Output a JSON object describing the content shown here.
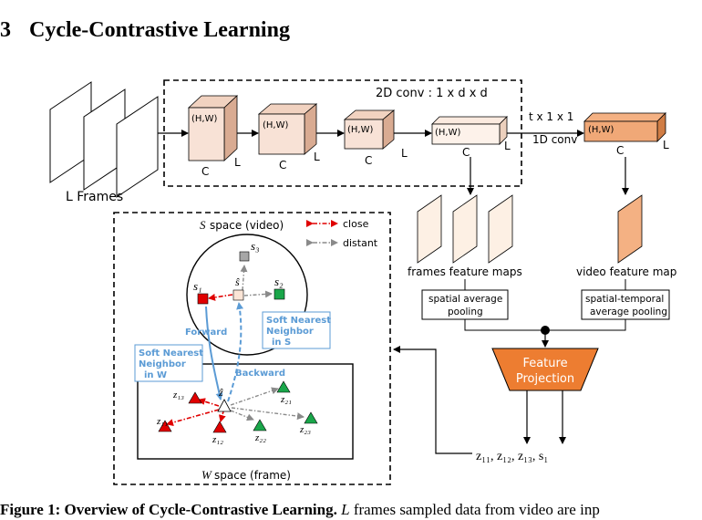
{
  "section": {
    "number": "3",
    "title": "Cycle-Contrastive Learning"
  },
  "conv2d_label": "2D conv : 1 x d x d",
  "frames_label": "L Frames",
  "blocks": [
    {
      "hw": "(H,W)",
      "c": "C",
      "l": "L"
    },
    {
      "hw": "(H,W)",
      "c": "C",
      "l": "L"
    },
    {
      "hw": "(H,W)",
      "c": "C",
      "l": "L"
    },
    {
      "hw": "(H,W)",
      "c": "C",
      "l": "L"
    },
    {
      "hw": "(H,W)",
      "c": "C",
      "l": "L"
    }
  ],
  "conv1d": {
    "kernel": "t x 1 x 1",
    "label": "1D conv"
  },
  "frames_feature_maps": "frames feature maps",
  "video_feature_map": "video feature map",
  "spatial_pool": {
    "line1": "spatial average",
    "line2": "pooling"
  },
  "st_pool": {
    "line1": "spatial-temporal",
    "line2": "average pooling"
  },
  "feature_projection": {
    "line1": "Feature",
    "line2": "Projection"
  },
  "outputs": "z₁₁, z₁₂, z₁₃, s₁",
  "s_space": {
    "symbol": "S",
    "text": "space (video)"
  },
  "w_space": {
    "symbol": "W",
    "text": "space (frame)"
  },
  "legend": {
    "close": "close",
    "distant": "distant"
  },
  "nodes": {
    "s1": "s₁",
    "s2": "s₂",
    "s3": "s₃",
    "s_hat": "ŝ",
    "z11": "z₁₁",
    "z12": "z₁₂",
    "z13": "z₁₃",
    "z21": "z₂₁",
    "z22": "z₂₂",
    "z23": "z₂₃",
    "z_hat": "ẑ"
  },
  "forward": "Forward",
  "backward": "Backward",
  "snn_s": {
    "line1": "Soft Nearest",
    "line2": "Neighbor",
    "line3": "in S"
  },
  "snn_w": {
    "line1": "Soft Nearest",
    "line2": "Neighbor",
    "line3": "in W"
  },
  "caption": {
    "label": "Figure 1:",
    "title": "Overview of Cycle-Contrastive Learning.",
    "var": "L",
    "text": "frames sampled data from video are inp"
  },
  "colors": {
    "red": "#e00000",
    "green": "#1aa64a",
    "gray": "#9e9e9e",
    "blue": "#5b9bd5",
    "orange": "#ed7d31",
    "peach": "#f8e2d6",
    "peach_side": "#e8c3ad",
    "cream": "#fdf0e4"
  }
}
